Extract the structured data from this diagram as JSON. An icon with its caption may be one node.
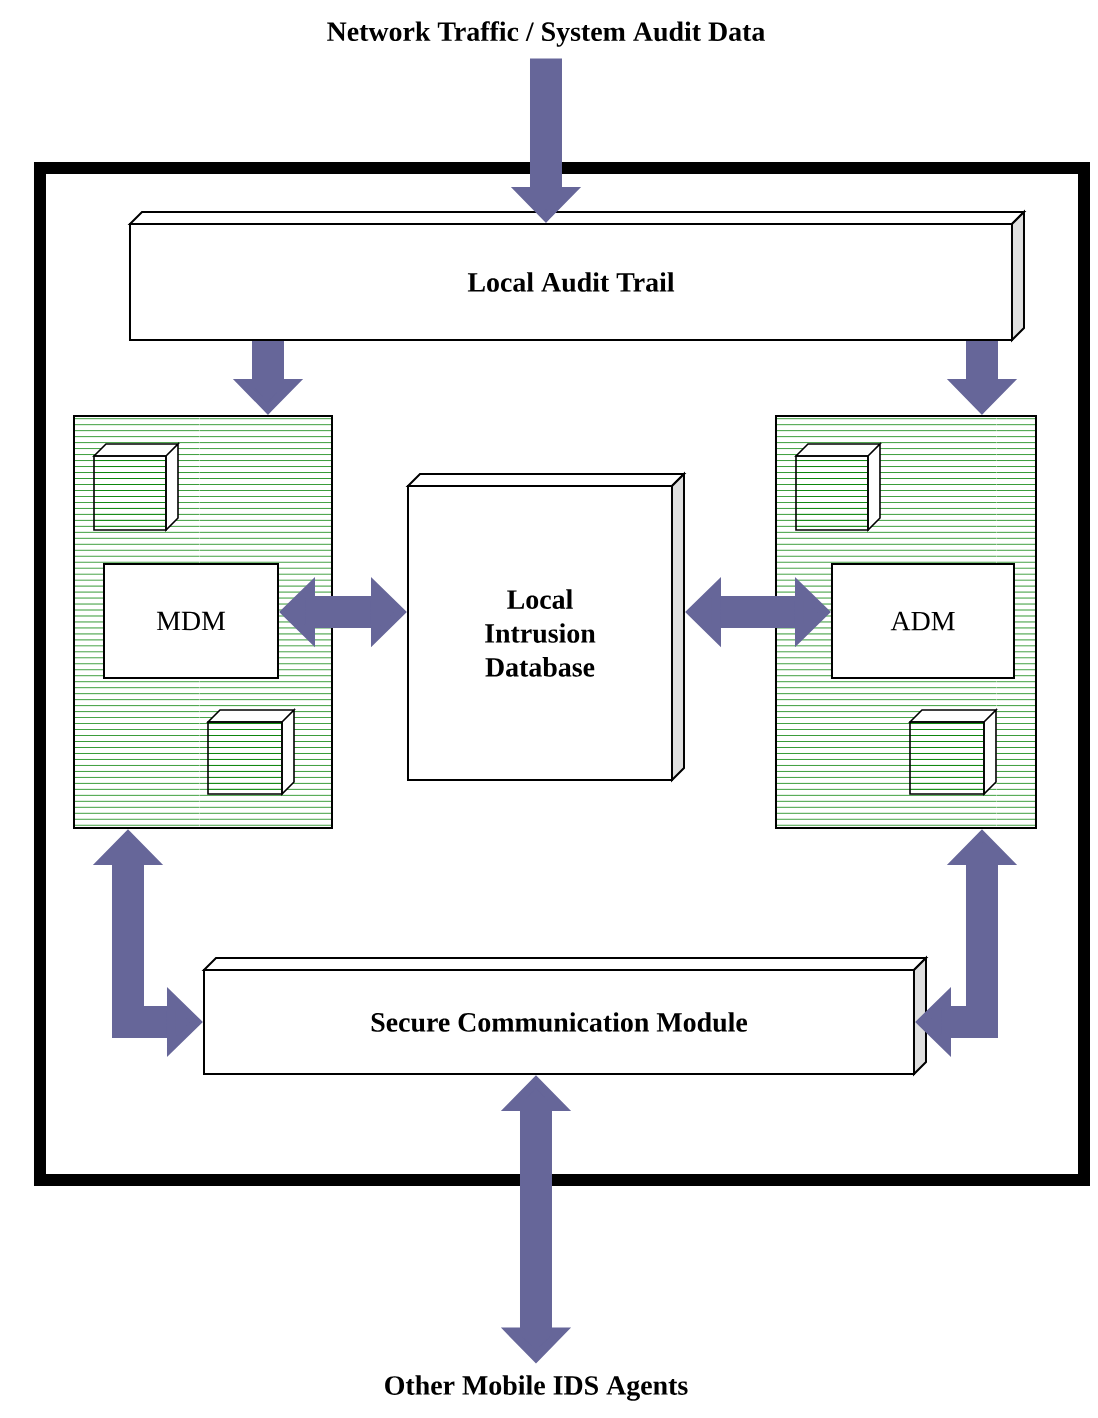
{
  "diagram": {
    "nodes": [
      {
        "text": [],
        "shape": "box"
      },
      {
        "text": [
          "Network Traffic / System Audit Data"
        ]
      },
      {
        "text": [
          "Local Audit Trail"
        ],
        "in": 0
      },
      {
        "text": [],
        "shape": "box",
        "in": 0
      },
      {
        "text": [
          "MDM"
        ],
        "in": 3
      },
      {
        "text": [
          "Local Intrusion Database"
        ],
        "in": 0
      },
      {
        "text": [],
        "shape": "box",
        "in": 0
      },
      {
        "text": [
          "ADM"
        ],
        "in": 6
      },
      {
        "text": [
          "Secure Communication Module"
        ],
        "in": 0
      },
      {
        "text": [
          "Other Mobile IDS Agents"
        ]
      }
    ],
    "edges": [
      {
        "from": 1,
        "to": 2,
        "arrow": "to"
      },
      {
        "from": 2,
        "to": 3,
        "arrow": "to"
      },
      {
        "from": 2,
        "to": 6,
        "arrow": "to"
      },
      {
        "from": 4,
        "to": 5,
        "arrow": "both"
      },
      {
        "from": 5,
        "to": 7,
        "arrow": "both"
      },
      {
        "from": 3,
        "to": 8,
        "arrow": "both"
      },
      {
        "from": 6,
        "to": 8,
        "arrow": "both"
      },
      {
        "from": 8,
        "to": 9,
        "arrow": "both"
      }
    ]
  }
}
